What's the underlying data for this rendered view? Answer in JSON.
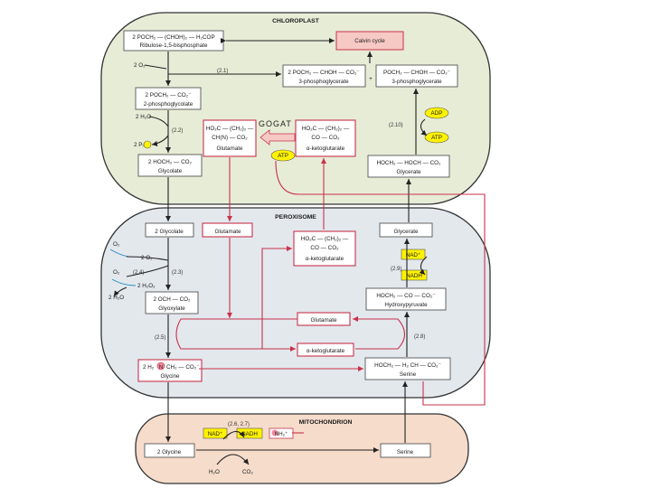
{
  "compartments": {
    "chloroplast": "CHLOROPLAST",
    "peroxisome": "PEROXISOME",
    "mitochondrion": "MITOCHONDRION"
  },
  "chloroplast": {
    "rubp_line1": "2 POCH₂ — (CHOH)₂ — H₂COP",
    "rubp_line2": "Ribulose-1,5-bisphosphate",
    "calvin": "Calvin cycle",
    "o2": "2 O₂",
    "pga_a_line1": "2 POCH₂ — CHOH — CO₂⁻",
    "pga_a_line2": "3-phosphoglycerate",
    "plus": "+",
    "pga_b_line1": "POCH₂ — CHOH — CO₂⁻",
    "pga_b_line2": "3-phosphoglycerate",
    "pgly_line1": "2 POCH₂ — CO₂⁻",
    "pgly_line2": "2-phosphoglycolate",
    "h2o": "2 H₂O",
    "pi": "2 Pᵢ",
    "glycolate_line1": "2 HOCH₂ — CO₂",
    "glycolate_line2": "Glycolate",
    "glu_line1": "HO₂C — (CH₂)₂ —",
    "glu_line2": "CH(N) — CO₂",
    "glu_line3": "Glutamate",
    "gogat": "GOGAT",
    "akg_line1": "HO₂C — (CH₂)₂ —",
    "akg_line2": "CO — CO₂",
    "akg_line3": "α-ketoglutarate",
    "atp1": "ATP",
    "adp": "ADP",
    "atp2": "ATP",
    "glycerate_line1": "HOCH₂ — HOCH — CO₂",
    "glycerate_line2": "Glycerate",
    "n221": "(2.1)",
    "n22": "(2.2)",
    "n210": "(2.10)"
  },
  "peroxisome": {
    "glycolate": "2 Glycolate",
    "glutamate": "Glutamate",
    "akg_line1": "HO₂C — (CH₂)₂ —",
    "akg_line2": "CO — CO₂",
    "akg_line3": "α-ketoglutarate",
    "glycerate": "Glycerate",
    "o2a": "O₂",
    "o2b": "2 O₂",
    "o2c": "O₂",
    "h2o2": "2 H₂O₂",
    "h2o": "2 H₂O",
    "n24": "(2.4)",
    "n23": "(2.3)",
    "nad": "NAD⁺",
    "nadh": "NADH",
    "n29": "(2.9)",
    "glyox_line1": "2 OCH — CO₂",
    "glyox_line2": "Glyoxylate",
    "hp_line1": "HOCH₂ — CO — CO₂⁻",
    "hp_line2": "Hydroxypyruvate",
    "glutamate2": "Glutamate",
    "n25": "(2.5)",
    "akg2": "α-ketoglutarate",
    "n28": "(2.8)",
    "gly_pre": "2 H₂",
    "gly_n": "N",
    "gly_post": "CH₂ — CO₂⁻",
    "gly_label": "Glycine",
    "ser_line1": "HOCH₂ — H₂ CH — CO₂⁻",
    "ser_line2": "Serine"
  },
  "mitochondrion": {
    "n2621": "(2.6, 2.7)",
    "nad": "NAD⁺",
    "nadh": "NADH",
    "nh": "NH₂⁺",
    "glycine": "2 Glycine",
    "serine": "Serine",
    "h2o": "H₂O",
    "co2": "CO₂"
  },
  "colors": {
    "chloroplast_fill": "#e7ecd7",
    "peroxisome_fill": "#e3e8ed",
    "mitochondrion_fill": "#f6dccb",
    "highlight": "#fff200",
    "calvin_fill": "#f7c9c4",
    "accent_red": "#c8324a"
  }
}
